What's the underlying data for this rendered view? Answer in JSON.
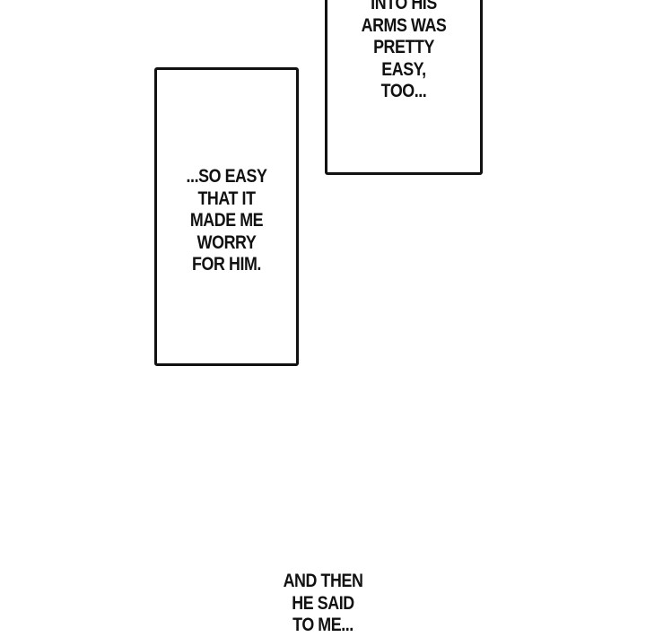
{
  "panels": [
    {
      "text": "INTO HIS\nARMS WAS\nPRETTY\nEASY,\nTOO..."
    },
    {
      "text": "...SO EASY\nTHAT IT\nMADE ME\nWORRY\nFOR HIM."
    }
  ],
  "caption": {
    "text": "AND THEN\nHE SAID\nTO ME..."
  }
}
